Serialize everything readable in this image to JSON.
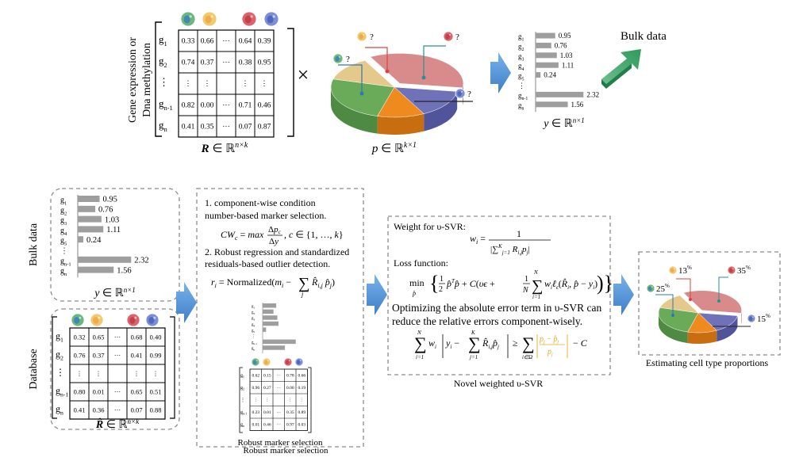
{
  "top": {
    "row_axis_label_1": "Gene expression or",
    "row_axis_label_2": "Dna methylation",
    "matrix_R": {
      "rows": [
        "g1",
        "g2",
        "⋮",
        "gn-1",
        "gn"
      ],
      "cells": [
        [
          "0.33",
          "0.66",
          "···",
          "0.64",
          "0.39"
        ],
        [
          "0.74",
          "0.37",
          "···",
          "0.38",
          "0.95"
        ],
        [
          "⋮",
          "⋮",
          "",
          "⋮",
          "⋮"
        ],
        [
          "0.82",
          "0.00",
          "···",
          "0.71",
          "0.46"
        ],
        [
          "0.41",
          "0.35",
          "···",
          "0.07",
          "0.87"
        ]
      ],
      "caption": "R ∈ ℝ^{n×k}"
    },
    "times": "×",
    "pie_caption": "p ∈ ℝ^{k×1}",
    "question_mark": "?",
    "bulk_caption": "y ∈ ℝ^{n×1}",
    "bulk_title": "Bulk data"
  },
  "bulk_bars": {
    "genes": [
      "g1",
      "g2",
      "g3",
      "g4",
      "g5",
      "⋮",
      "gn-1",
      "gn"
    ],
    "values": [
      0.95,
      0.76,
      1.03,
      1.11,
      0.24,
      null,
      2.32,
      1.56
    ],
    "labels": [
      "0.95",
      "0.76",
      "1.03",
      "1.11",
      "0.24",
      "",
      "2.32",
      "1.56"
    ]
  },
  "left_panel": {
    "bulk_side_label": "Bulk data",
    "database_side_label": "Database",
    "y_caption": "y ∈ ℝ^{n×1}",
    "matrix_hat": {
      "rows": [
        "g1",
        "g2",
        "⋮",
        "gn-1",
        "gn"
      ],
      "cells": [
        [
          "0.32",
          "0.65",
          "···",
          "0.68",
          "0.40"
        ],
        [
          "0.76",
          "0.37",
          "···",
          "0.41",
          "0.99"
        ],
        [
          "⋮",
          "⋮",
          "",
          "⋮",
          "⋮"
        ],
        [
          "0.80",
          "0.01",
          "···",
          "0.65",
          "0.51"
        ],
        [
          "0.41",
          "0.36",
          "···",
          "0.07",
          "0.88"
        ]
      ],
      "caption": "R̂ ∈ ℝ^{n×k}"
    }
  },
  "marker_panel": {
    "step1_a": "1.   component-wise condition",
    "step1_b": "number-based marker selection.",
    "eq1": "CW_c = max Δp_c/Δy , c ∈ {1, …, k}",
    "step2_a": "2.   Robust regression and standardized",
    "step2_b": "residuals-based outlier detection.",
    "eq2": "r_i = Normalized(m_i − Σ_j R̂_{i,j} p̂_j)",
    "caption_1": "Robust marker selection",
    "caption_2": "Robust marker selection"
  },
  "svr_panel": {
    "weight_title": "Weight for υ-SVR:",
    "loss_title": "Loss function:",
    "text_1": "Optimizing the absolute error term in υ-SVR can",
    "text_2": "reduce the relative errors component-wisely.",
    "caption": "Novel weighted υ-SVR"
  },
  "result_panel": {
    "pcts": [
      "25",
      "13",
      "35",
      "15"
    ],
    "pct_sign": "%",
    "caption": "Estimating cell type proportions"
  },
  "colors": {
    "green": "#6aab5a",
    "orange": "#ef8a1e",
    "blue_purple": "#6f72b8",
    "pink": "#d98b8b",
    "beige": "#ecd49a",
    "arrow": "#4a8fd6",
    "bar": "#9e9e9e",
    "dash": "#8c8c8c"
  }
}
